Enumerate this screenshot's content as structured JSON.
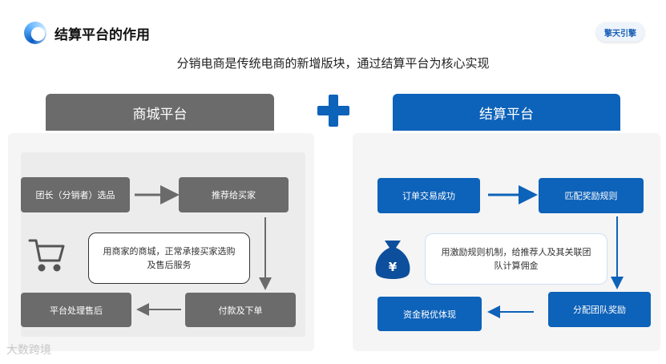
{
  "header": {
    "title": "结算平台的作用",
    "brand_badge": "擎天引擎"
  },
  "subtitle": "分销电商是传统电商的新增版块，通过结算平台为核心实现",
  "left": {
    "title": "商城平台",
    "steps": [
      "团长（分销者）选品",
      "推荐给买家",
      "付款及下单",
      "平台处理售后"
    ],
    "note_lines": [
      "用商家的商城，正常承接买家选购",
      "及售后服务"
    ],
    "icon": "shopping-cart-icon"
  },
  "right": {
    "title": "结算平台",
    "steps": [
      "订单交易成功",
      "匹配奖励规则",
      "分配团队奖励",
      "资金税优体现"
    ],
    "note_lines": [
      "用激励规则机制，给推荐人及其关联团",
      "队计算佣金"
    ],
    "icon": "money-bag-yuan-icon"
  },
  "combine_icon": "plus-icon",
  "watermark": "大数跨境",
  "colors": {
    "accent_blue": "#0d62b9",
    "gray": "#6b6b6b"
  }
}
